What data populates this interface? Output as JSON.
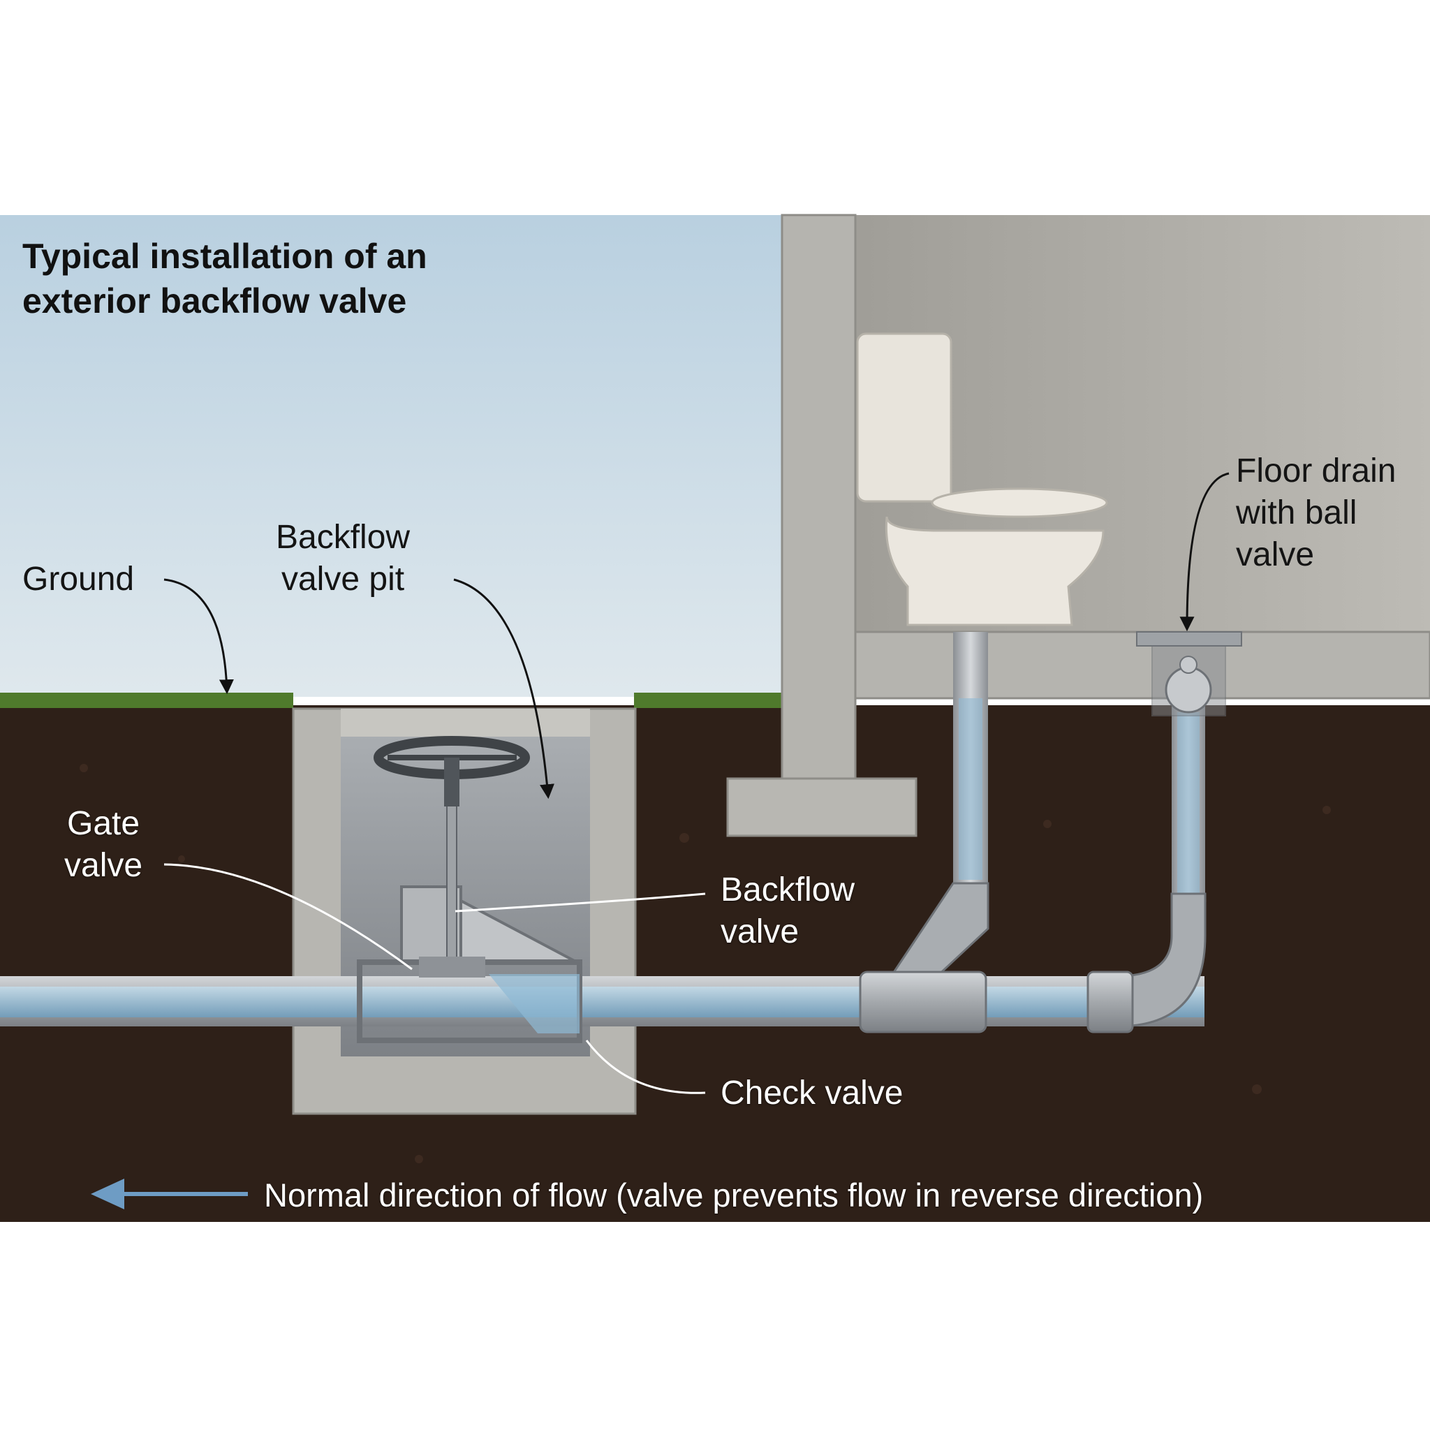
{
  "title": {
    "line1": "Typical installation of an",
    "line2": "exterior backflow valve"
  },
  "labels": {
    "ground": "Ground",
    "pit": {
      "line1": "Backflow",
      "line2": "valve pit"
    },
    "gate_valve": {
      "line1": "Gate",
      "line2": "valve"
    },
    "backflow_valve": {
      "line1": "Backflow",
      "line2": "valve"
    },
    "check_valve": "Check valve",
    "floor_drain": {
      "line1": "Floor drain",
      "line2": "with ball",
      "line3": "valve"
    }
  },
  "flow_note": "Normal direction of flow (valve prevents flow in reverse direction)",
  "colors": {
    "sky": "#c8dbe6",
    "soil": "#2e2018",
    "concrete": "#b9b8b3",
    "basement_wall": "#a3a19b",
    "pipe": "#a9adb1",
    "water": "#8fb9d4",
    "grass": "#4f7a2c",
    "arrow": "#6e9cc4"
  },
  "icons": [
    "toilet-icon",
    "ball-valve-icon",
    "handwheel-icon"
  ]
}
